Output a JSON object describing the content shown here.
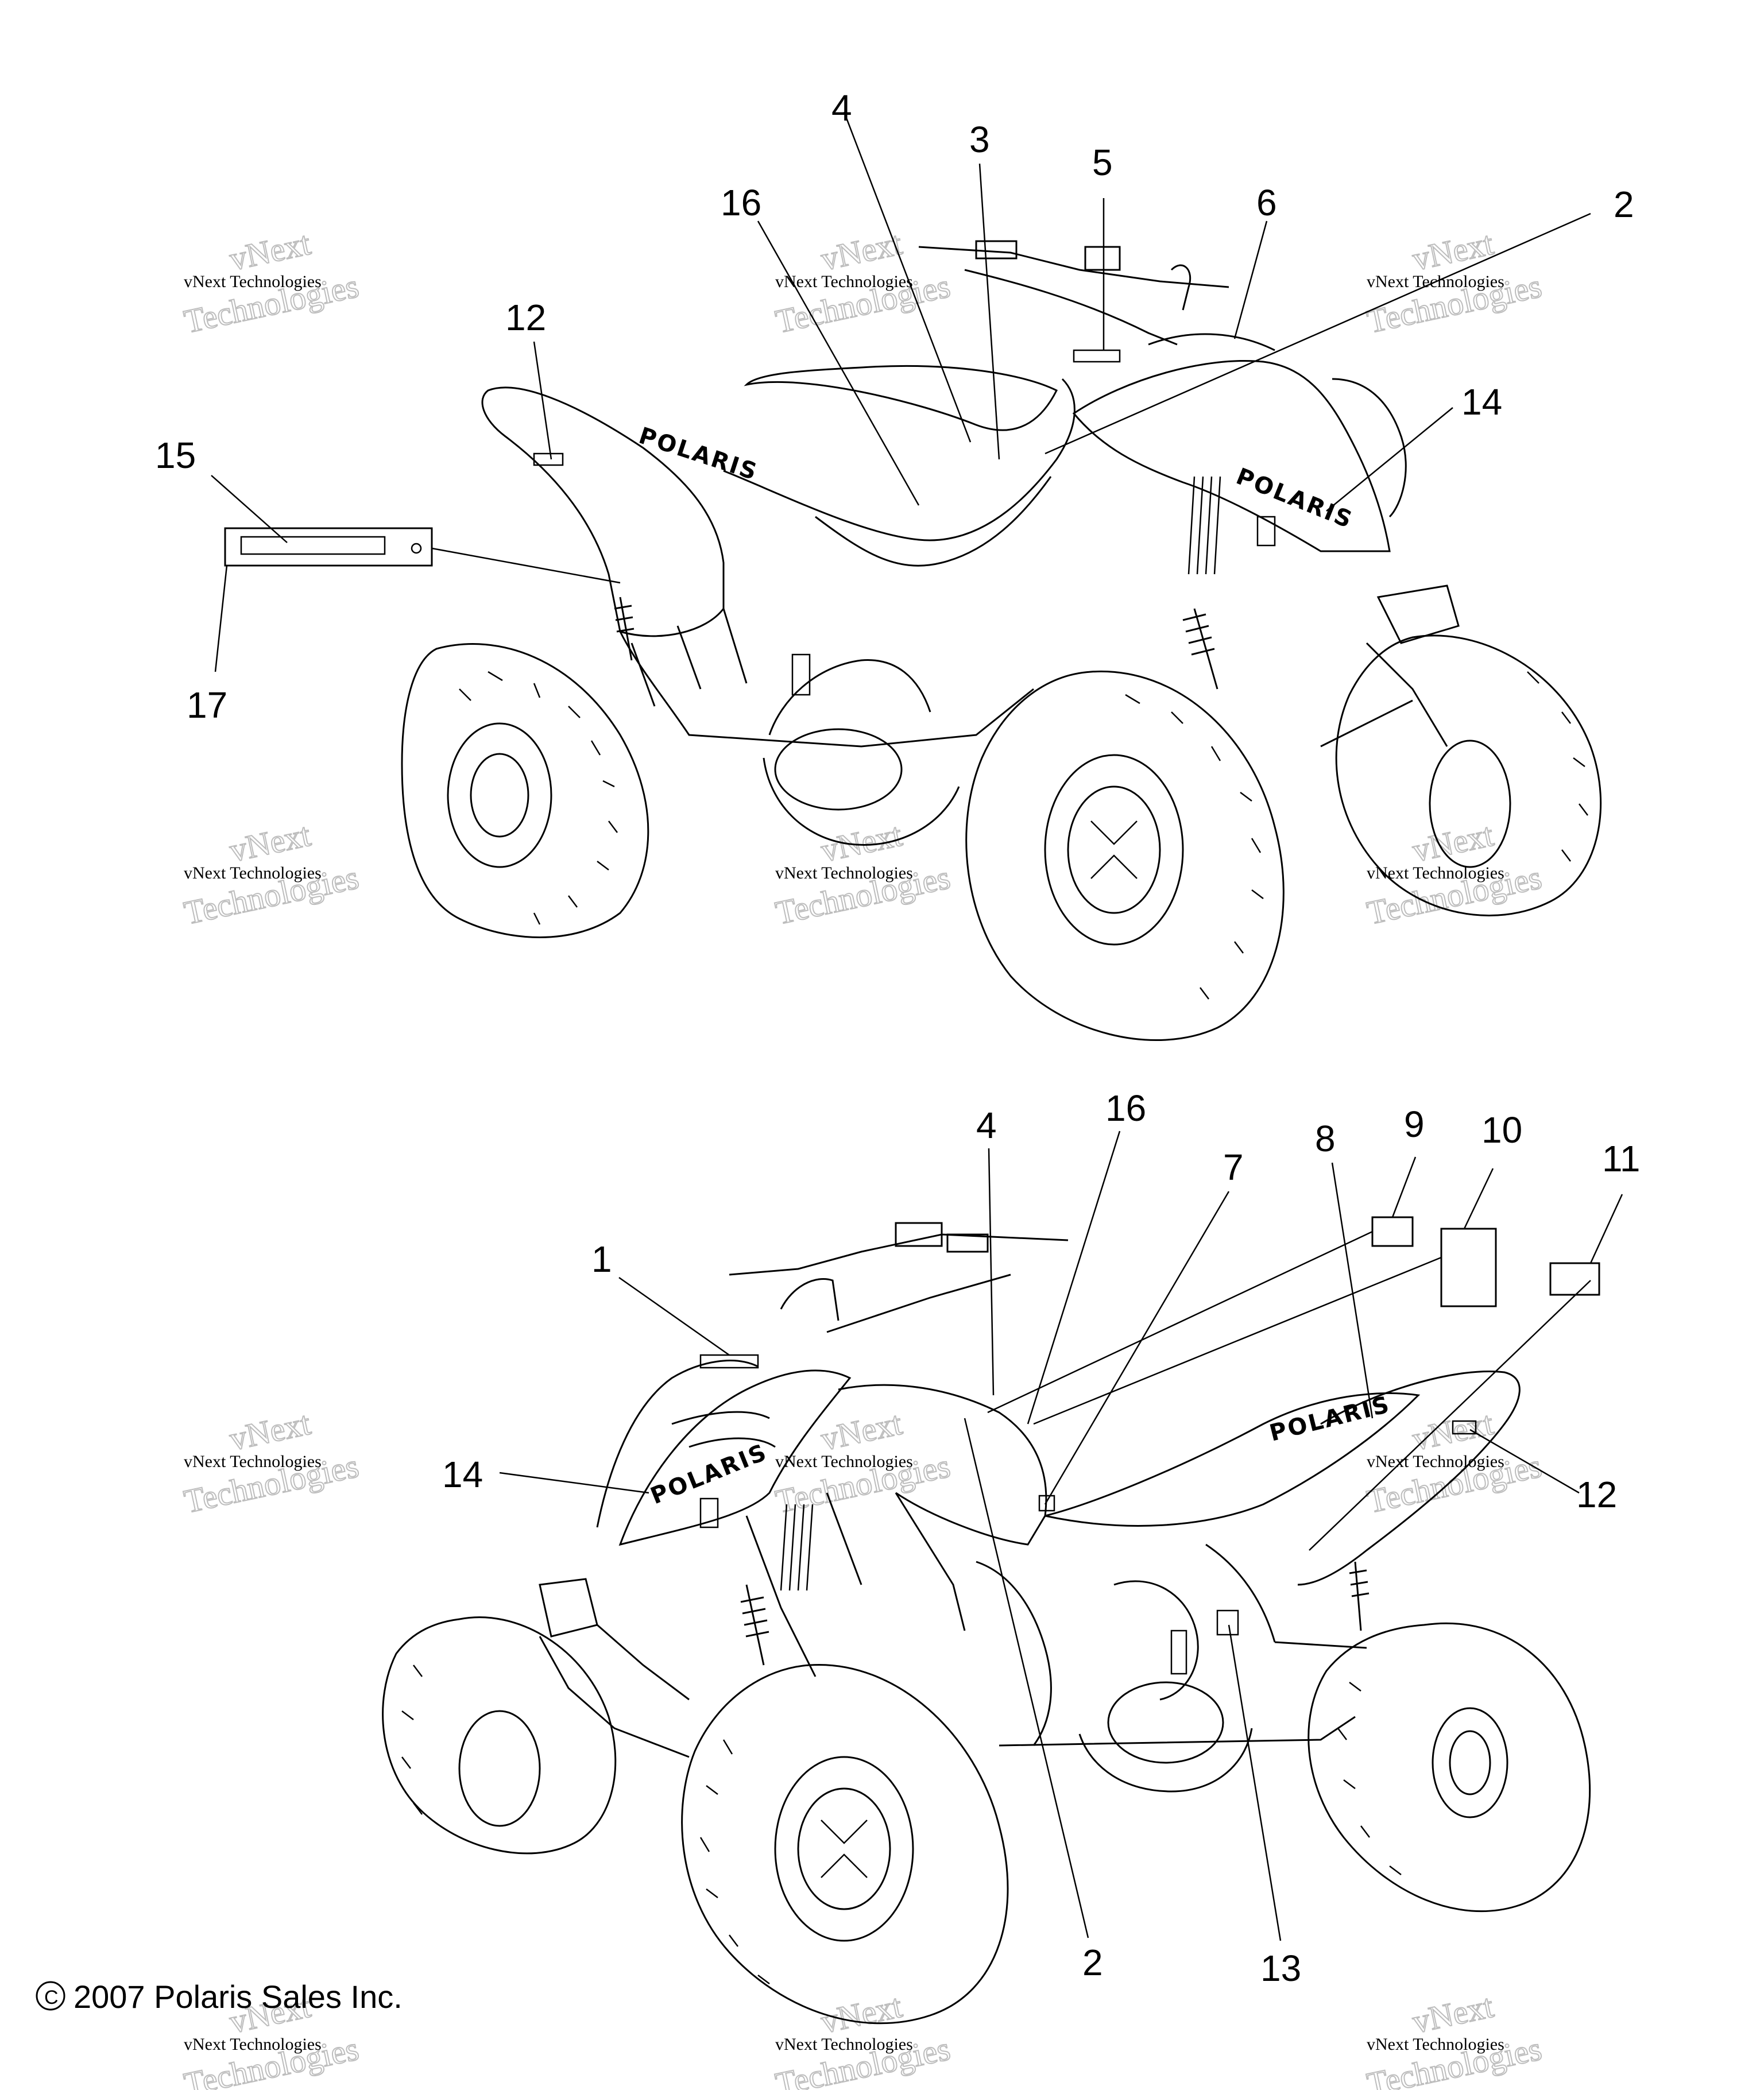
{
  "callouts_top": {
    "c15": "15",
    "c17": "17",
    "c12": "12",
    "c16": "16",
    "c4": "4",
    "c3": "3",
    "c5": "5",
    "c6": "6",
    "c2": "2",
    "c14": "14"
  },
  "callouts_bottom": {
    "c1": "1",
    "c14": "14",
    "c4": "4",
    "c16": "16",
    "c7": "7",
    "c8": "8",
    "c9": "9",
    "c10": "10",
    "c11": "11",
    "c12": "12",
    "c2": "2",
    "c13": "13"
  },
  "brand_text": "POLARIS",
  "watermark": {
    "small": "vNext Technologies",
    "big_top": "vNext",
    "big_bottom": "Technologies"
  },
  "copyright": "2007 Polaris Sales Inc.",
  "copyright_symbol": "C"
}
